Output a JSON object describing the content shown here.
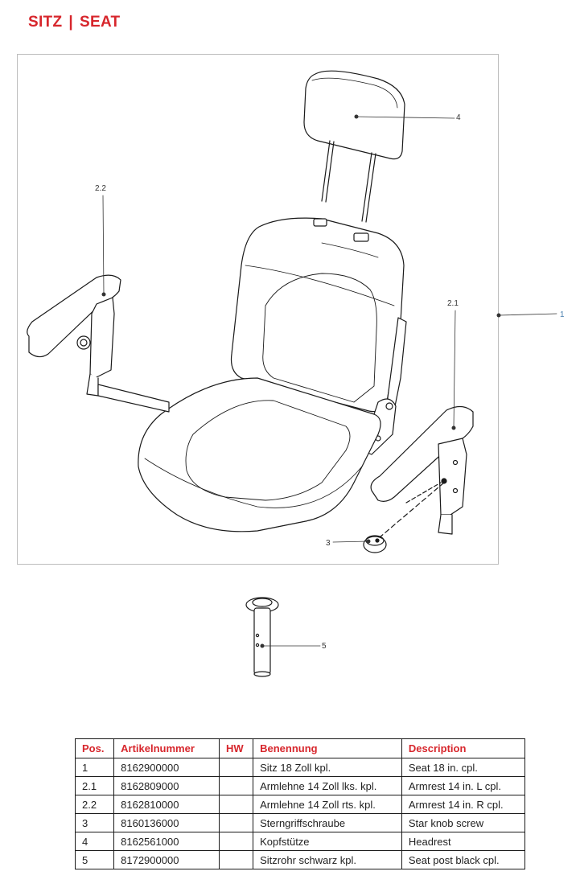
{
  "page": {
    "title_de": "SITZ",
    "title_sep": "|",
    "title_en": "SEAT"
  },
  "diagram": {
    "callouts": {
      "c1": "1",
      "c21": "2.1",
      "c22": "2.2",
      "c3": "3",
      "c4": "4",
      "c5": "5"
    },
    "callout_color_1": "#4a80b0"
  },
  "table": {
    "headers": {
      "pos": "Pos.",
      "art": "Artikelnummer",
      "hw": "HW",
      "ben": "Benennung",
      "desc": "Description"
    },
    "rows": [
      {
        "pos": "1",
        "art": "8162900000",
        "hw": "",
        "ben": "Sitz 18 Zoll kpl.",
        "desc": "Seat 18 in. cpl."
      },
      {
        "pos": "2.1",
        "art": "8162809000",
        "hw": "",
        "ben": "Armlehne 14 Zoll lks. kpl.",
        "desc": "Armrest 14 in. L cpl."
      },
      {
        "pos": "2.2",
        "art": "8162810000",
        "hw": "",
        "ben": "Armlehne 14 Zoll rts. kpl.",
        "desc": "Armrest 14 in. R cpl."
      },
      {
        "pos": "3",
        "art": "8160136000",
        "hw": "",
        "ben": "Sterngriffschraube",
        "desc": "Star knob screw"
      },
      {
        "pos": "4",
        "art": "8162561000",
        "hw": "",
        "ben": "Kopfstütze",
        "desc": "Headrest"
      },
      {
        "pos": "5",
        "art": "8172900000",
        "hw": "",
        "ben": "Sitzrohr schwarz kpl.",
        "desc": "Seat post black cpl."
      }
    ]
  },
  "colors": {
    "accent_red": "#d7262c",
    "line": "#1a1a1a",
    "frame": "#bdbdbd"
  }
}
